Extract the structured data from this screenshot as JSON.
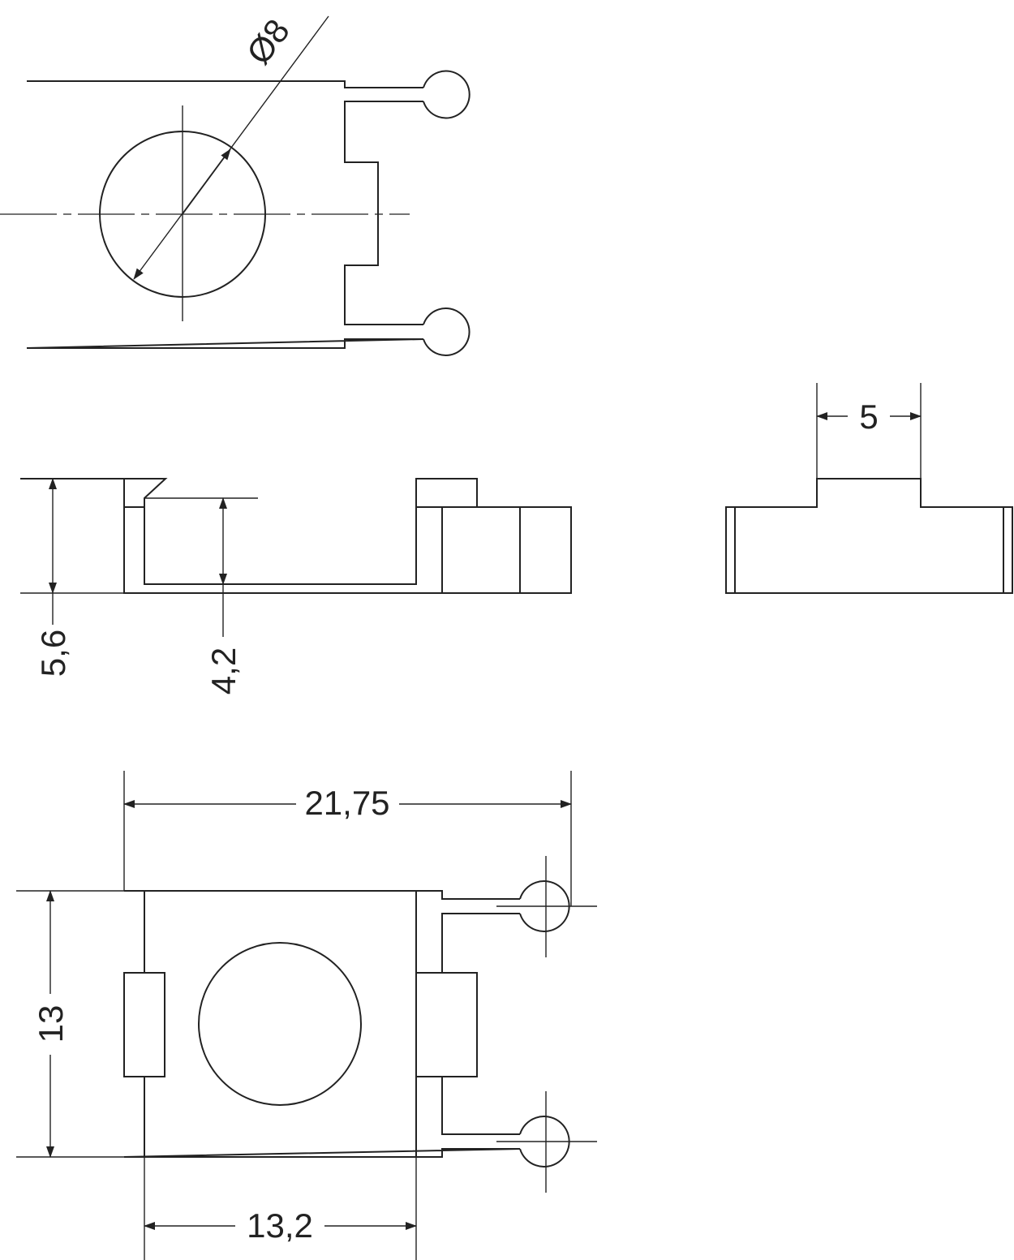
{
  "colors": {
    "line": "#222222",
    "background": "#ffffff"
  },
  "dimensions": {
    "diameter": "Ø8",
    "width_side": "5",
    "height_total": "5,6",
    "height_inner": "4,2",
    "length_total": "21,75",
    "width_body": "13",
    "length_body": "13,2"
  }
}
